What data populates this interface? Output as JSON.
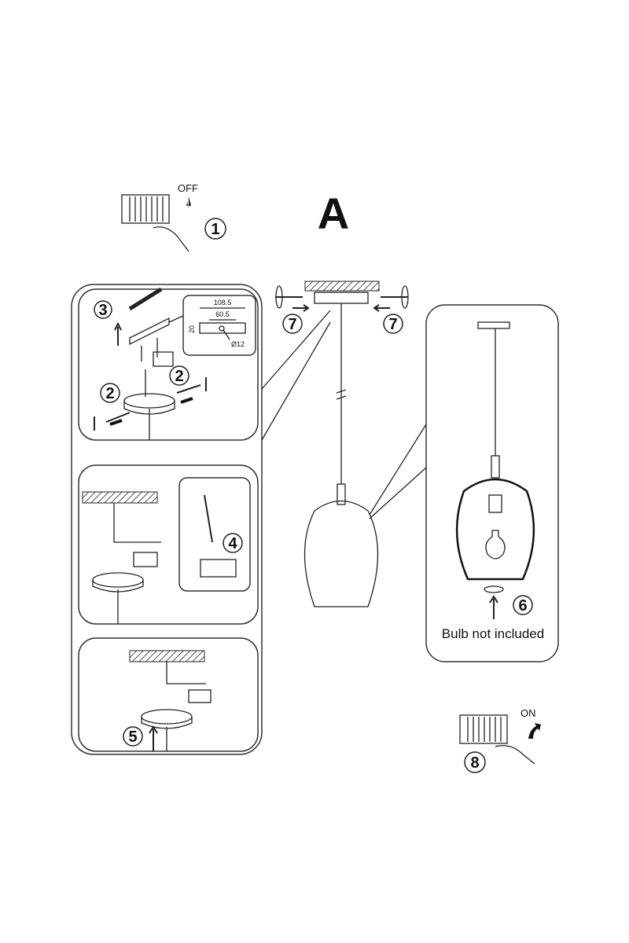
{
  "title_letter": "A",
  "steps": {
    "s1": {
      "number": "1",
      "label": "OFF"
    },
    "s2a": {
      "number": "2"
    },
    "s2b": {
      "number": "2"
    },
    "s3": {
      "number": "3"
    },
    "s4": {
      "number": "4"
    },
    "s5": {
      "number": "5"
    },
    "s6": {
      "number": "6",
      "note": "Bulb not included"
    },
    "s7a": {
      "number": "7"
    },
    "s7b": {
      "number": "7"
    },
    "s8": {
      "number": "8",
      "label": "ON"
    }
  },
  "bracket_dimensions": {
    "width_outer": "108.5",
    "width_inner": "60.5",
    "height": "20",
    "hole": "Ø12"
  }
}
